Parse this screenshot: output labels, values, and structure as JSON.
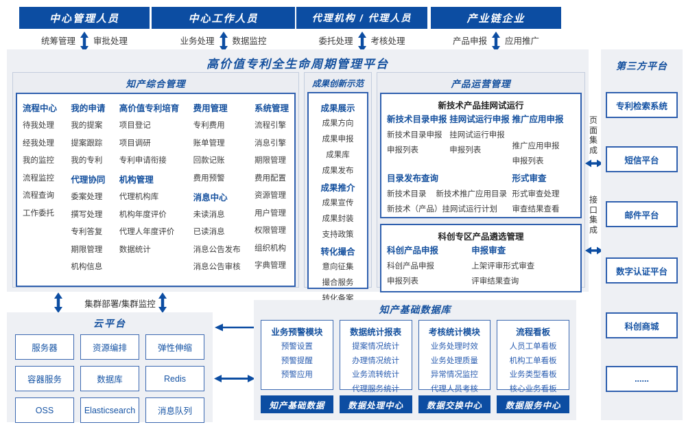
{
  "title": "高价值专利全生命周期管理平台",
  "actors": [
    {
      "name": "中心管理人员",
      "left": "统筹管理",
      "right": "审批处理"
    },
    {
      "name": "中心工作人员",
      "left": "业务处理",
      "right": "数据监控"
    },
    {
      "name": "代理机构 / 代理人员",
      "left": "委托处理",
      "right": "考核处理"
    },
    {
      "name": "产业链企业",
      "left": "产品申报",
      "right": "应用推广"
    }
  ],
  "sections": {
    "zhichan": {
      "title": "知产综合管理",
      "columns": [
        {
          "groups": [
            {
              "header": "流程中心",
              "items": [
                "待我处理",
                "经我处理",
                "我的监控",
                "流程监控",
                "流程查询",
                "工作委托"
              ]
            }
          ]
        },
        {
          "groups": [
            {
              "header": "我的申请",
              "items": [
                "我的提案",
                "提案跟踪",
                "我的专利"
              ]
            },
            {
              "header": "代理协同",
              "items": [
                "委案处理",
                "撰写处理",
                "专利答复",
                "期限管理",
                "机构信息"
              ]
            }
          ]
        },
        {
          "groups": [
            {
              "header": "高价值专利培育",
              "items": [
                "项目登记",
                "项目调研",
                "专利申请衔接"
              ]
            },
            {
              "header": "机构管理",
              "items": [
                "代理机构库",
                "机构年度评价",
                "代理人年度评价",
                "数据统计"
              ]
            }
          ]
        },
        {
          "groups": [
            {
              "header": "费用管理",
              "items": [
                "专利费用",
                "账单管理",
                "回款记账",
                "费用预警"
              ]
            },
            {
              "header": "消息中心",
              "items": [
                "未读消息",
                "已读消息",
                "消息公告发布",
                "消息公告审核"
              ]
            }
          ]
        },
        {
          "groups": [
            {
              "header": "系统管理",
              "items": [
                "流程引擎",
                "消息引擎",
                "期限管理",
                "费用配置",
                "资源管理",
                "用户管理",
                "权限管理",
                "组织机构",
                "字典管理"
              ]
            }
          ]
        }
      ]
    },
    "chengguo": {
      "title": "成果创新示范",
      "groups": [
        {
          "header": "成果展示",
          "items": [
            "成果方向",
            "成果申报",
            "成果库",
            "成果发布"
          ]
        },
        {
          "header": "成果推介",
          "items": [
            "成果宣传",
            "成果封装",
            "支持政策"
          ]
        },
        {
          "header": "转化撮合",
          "items": [
            "意向征集",
            "撮合服务",
            "转化备案"
          ]
        }
      ]
    },
    "chanpin": {
      "title": "产品运营管理",
      "box1": {
        "title": "新技术产品挂网试运行",
        "columns": [
          {
            "header": "新技术目录申报",
            "items": [
              "新技术目录申报",
              "申报列表"
            ]
          },
          {
            "header": "挂网试运行申报",
            "items": [
              "挂网试运行申报",
              "申报列表"
            ]
          },
          {
            "header": "推广应用申报",
            "items": [
              "推广应用申报",
              "申报列表"
            ]
          }
        ],
        "catalog": {
          "header": "目录发布查询",
          "row1_a": "新技术目录",
          "row1_b": "新技术推广应用目录",
          "row2": "新技术（产品）挂网试运行计划"
        },
        "review": {
          "header": "形式审查",
          "items": [
            "形式审查处理",
            "审查结果查看"
          ]
        }
      },
      "box2": {
        "title": "科创专区产品遴选管理",
        "columns": [
          {
            "header": "科创产品申报",
            "items": [
              "科创产品申报",
              "申报列表"
            ]
          },
          {
            "header": "申报审查",
            "items": [
              "上架评审形式审查",
              "评审结果查询"
            ]
          }
        ]
      }
    }
  },
  "integration": {
    "page": "页面集成",
    "interface": "接口集成"
  },
  "third_party": {
    "title": "第三方平台",
    "items": [
      "专利检索系统",
      "短信平台",
      "邮件平台",
      "数字认证平台",
      "科创商城",
      "......"
    ]
  },
  "cluster_label": "集群部署/集群监控",
  "cloud": {
    "title": "云平台",
    "items": [
      "服务器",
      "资源编排",
      "弹性伸缩",
      "容器服务",
      "数据库",
      "Redis",
      "OSS",
      "Elasticsearch",
      "消息队列"
    ]
  },
  "database": {
    "title": "知产基础数据库",
    "modules": [
      {
        "header": "业务预警模块",
        "items": [
          "预警设置",
          "预警提醒",
          "预警应用"
        ]
      },
      {
        "header": "数据统计报表",
        "items": [
          "提案情况统计",
          "办理情况统计",
          "业务流转统计",
          "代理服务统计"
        ]
      },
      {
        "header": "考核统计模块",
        "items": [
          "业务处理时效",
          "业务处理质量",
          "异常情况监控",
          "代理人员考核"
        ]
      },
      {
        "header": "流程看板",
        "items": [
          "人员工单看板",
          "机构工单看板",
          "业务类型看板",
          "核心业务看板"
        ]
      }
    ],
    "footers": [
      "知产基础数据",
      "数据处理中心",
      "数据交换中心",
      "数据服务中心"
    ]
  },
  "colors": {
    "primary": "#0c4da2",
    "title_text": "#14509e",
    "panel_bg": "#eef0f4"
  }
}
